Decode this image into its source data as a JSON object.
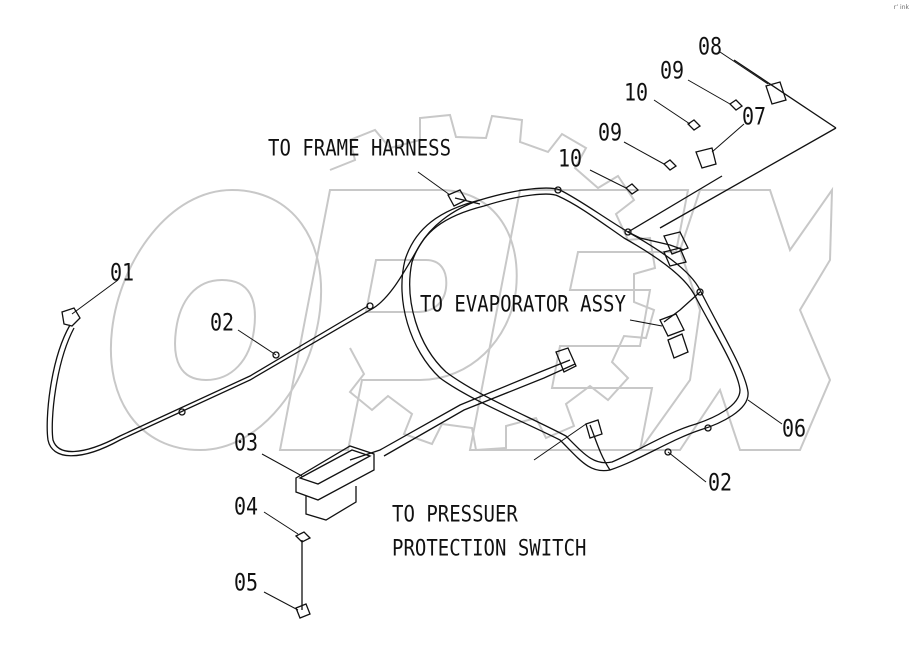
{
  "diagram": {
    "watermark": "OPEX",
    "corner_mark": "r’ ink"
  },
  "notes": {
    "frame_harness": "TO FRAME HARNESS",
    "evaporator": "TO EVAPORATOR ASSY",
    "pressure_line1": "TO PRESSUER",
    "pressure_line2": "PROTECTION SWITCH"
  },
  "callouts": {
    "c01": "01",
    "c02a": "02",
    "c02b": "02",
    "c03": "03",
    "c04": "04",
    "c05": "05",
    "c06": "06",
    "c07": "07",
    "c08": "08",
    "c09a": "09",
    "c09b": "09",
    "c10a": "10",
    "c10b": "10"
  },
  "colors": {
    "line": "#111111",
    "watermark": "#c8c8c8"
  }
}
